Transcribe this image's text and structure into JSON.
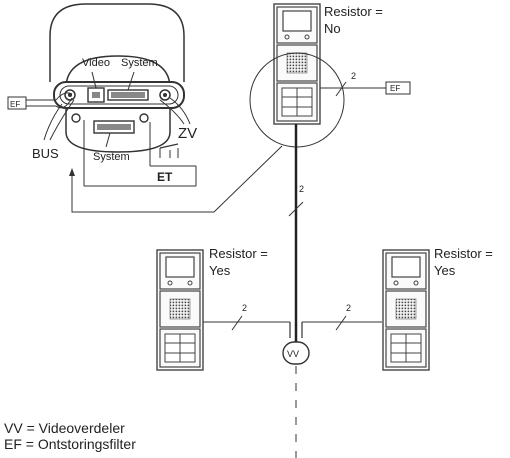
{
  "module_labels": {
    "video": "Video",
    "system_top": "System",
    "system_bottom": "System",
    "bus": "BUS",
    "zv": "ZV",
    "et": "ET"
  },
  "ef_label": "EF",
  "wire_count": "2",
  "vv_label": "VV",
  "panels": {
    "top": {
      "resistor_label": "Resistor =",
      "resistor_value": "No"
    },
    "left": {
      "resistor_label": "Resistor =",
      "resistor_value": "Yes"
    },
    "right": {
      "resistor_label": "Resistor =",
      "resistor_value": "Yes"
    }
  },
  "legend": [
    {
      "abbr": "VV",
      "text": "VV = Videoverdeler"
    },
    {
      "abbr": "EF",
      "text": "EF  = Ontstoringsfilter"
    }
  ]
}
